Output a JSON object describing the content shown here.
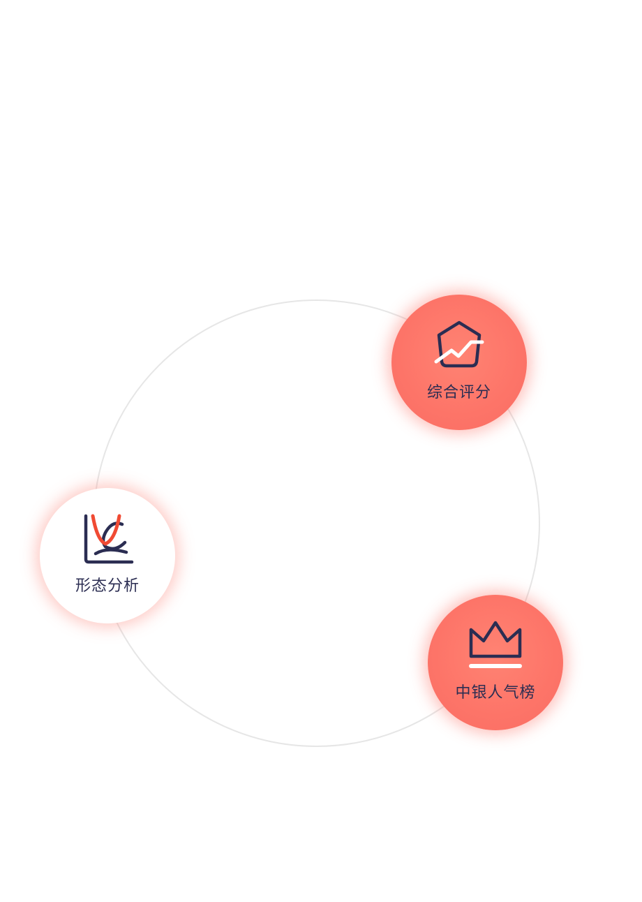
{
  "menu": {
    "items": [
      {
        "id": "score",
        "label": "综合评分",
        "icon": "pentagon-trend-icon",
        "state": "active"
      },
      {
        "id": "pattern",
        "label": "形态分析",
        "icon": "pattern-chart-icon",
        "state": "inactive"
      },
      {
        "id": "rank",
        "label": "中银人气榜",
        "icon": "crown-icon",
        "state": "active"
      }
    ]
  },
  "colors": {
    "active_fill": "#fd7468",
    "inactive_fill": "#ffffff",
    "glow": "#fc786c",
    "icon_dark": "#2b2d52",
    "icon_accent": "#f04a33",
    "orbit_line": "#e6e6e6"
  }
}
